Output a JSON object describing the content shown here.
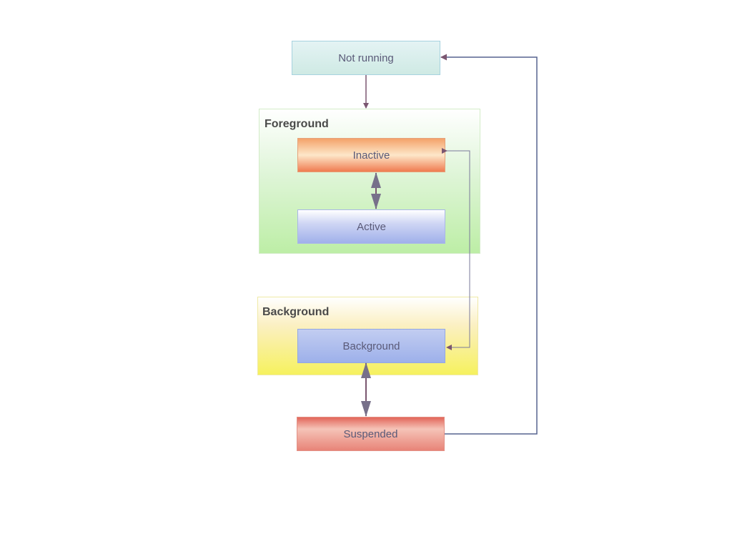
{
  "states": {
    "not_running": "Not running",
    "inactive": "Inactive",
    "active": "Active",
    "background": "Background",
    "suspended": "Suspended"
  },
  "groups": {
    "foreground": "Foreground",
    "background": "Background"
  },
  "colors": {
    "arrow_primary": "#7a5670",
    "arrow_return": "#56638f"
  }
}
